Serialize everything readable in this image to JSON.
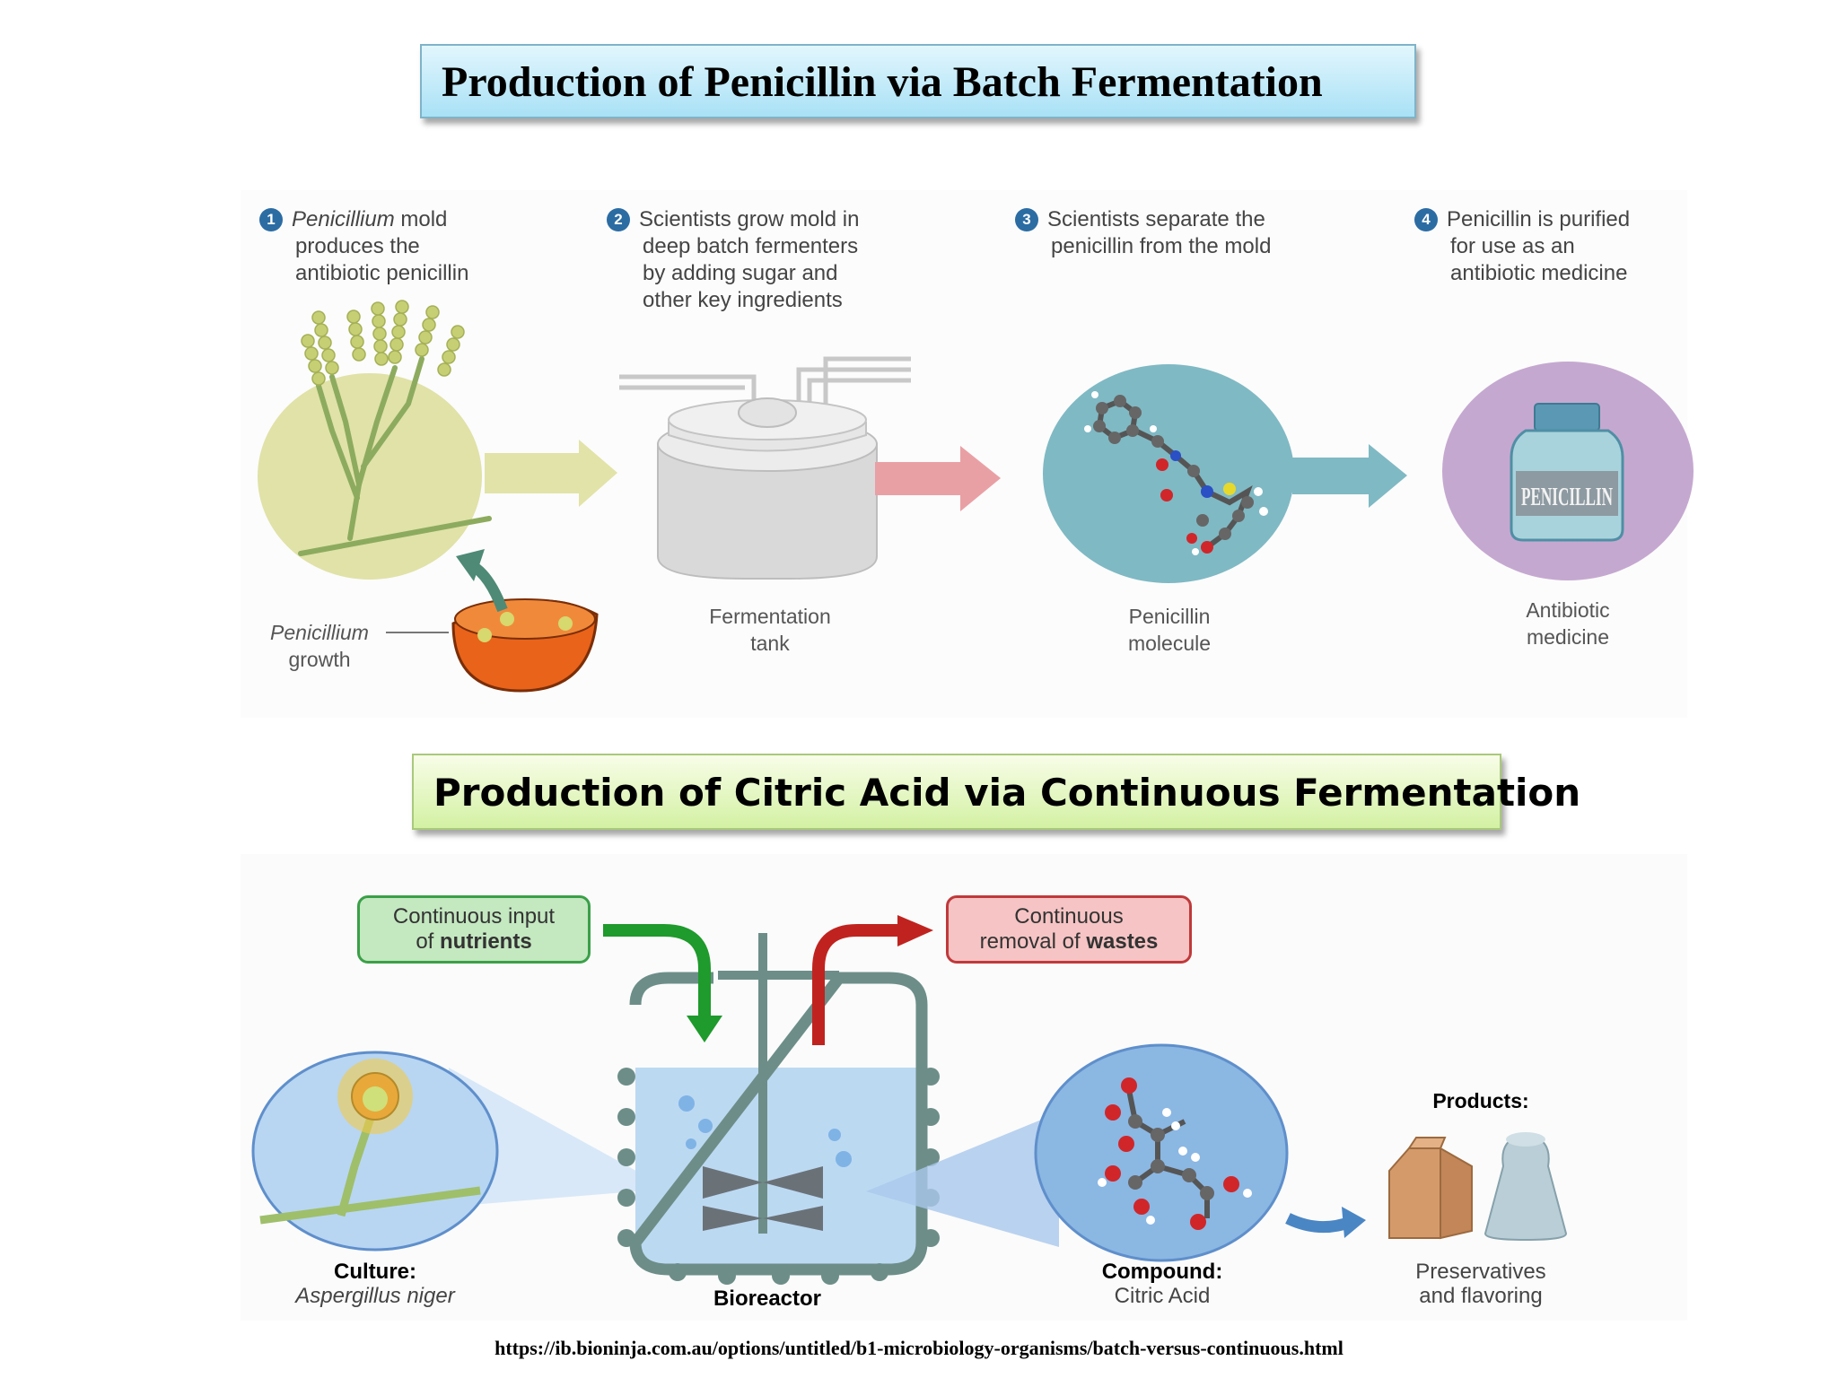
{
  "batch": {
    "title": "Production of Penicillin via Batch Fermentation",
    "steps": [
      {
        "num": "1",
        "l1_italic": "Penicillium",
        "l1_rest": " mold",
        "l2": "produces the",
        "l3": "antibiotic penicillin"
      },
      {
        "num": "2",
        "l1": "Scientists grow mold in",
        "l2": "deep batch fermenters",
        "l3": "by adding sugar and",
        "l4": "other key ingredients"
      },
      {
        "num": "3",
        "l1": "Scientists separate the",
        "l2": "penicillin from the mold"
      },
      {
        "num": "4",
        "l1": "Penicillin is purified",
        "l2": "for use as an",
        "l3": "antibiotic medicine"
      }
    ],
    "captions": {
      "growth_l1": "Penicillium",
      "growth_l2": "growth",
      "tank_l1": "Fermentation",
      "tank_l2": "tank",
      "molecule_l1": "Penicillin",
      "molecule_l2": "molecule",
      "medicine_l1": "Antibiotic",
      "medicine_l2": "medicine"
    },
    "bottle_label": "PENICILLIN"
  },
  "continuous": {
    "title": "Production of Citric Acid via Continuous Fermentation",
    "input_box": {
      "l1": "Continuous input",
      "l2_pre": "of ",
      "l2_bold": "nutrients"
    },
    "output_box": {
      "l1": "Continuous",
      "l2_pre": "removal of ",
      "l2_bold": "wastes"
    },
    "culture_label": "Culture:",
    "culture_name": "Aspergillus niger",
    "bioreactor_label": "Bioreactor",
    "compound_label": "Compound:",
    "compound_name": "Citric Acid",
    "products_label": "Products:",
    "products_l1": "Preservatives",
    "products_l2": "and flavoring"
  },
  "source_url": "https://ib.bioninja.com.au/options/untitled/b1-microbiology-organisms/batch-versus-continuous.html",
  "colors": {
    "step_number": "#2b6ca3",
    "nutrient_arrow": "#1f9a2c",
    "waste_arrow": "#c0231f",
    "title1_bg": "#a9e1f6",
    "title2_bg": "#d3f1a3"
  }
}
